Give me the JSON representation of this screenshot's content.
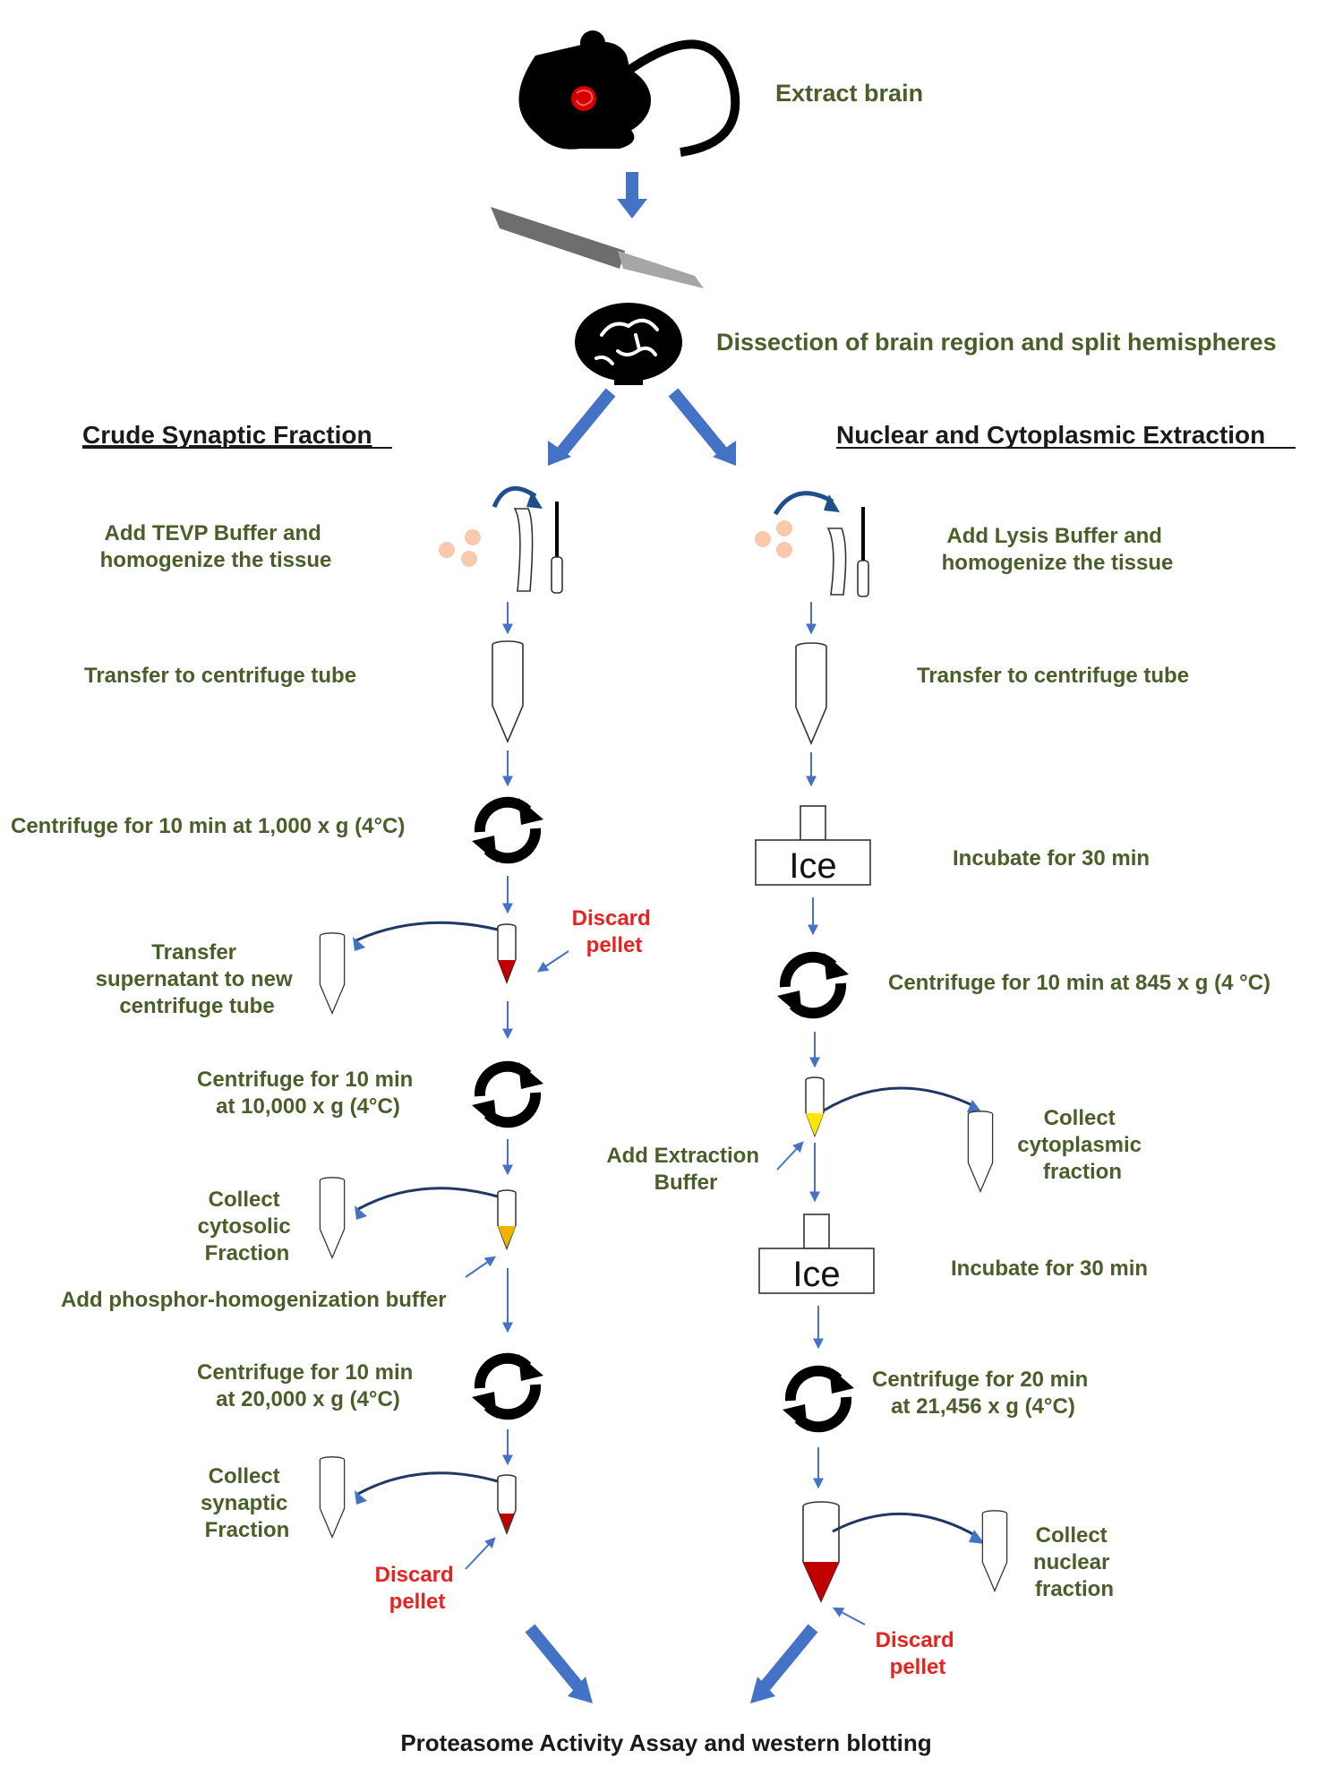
{
  "top": {
    "extract": "Extract brain",
    "dissection": "Dissection of brain region and split hemispheres"
  },
  "left": {
    "header": "Crude Synaptic Fraction",
    "add_buffer": [
      "Add TEVP Buffer and",
      "homogenize the tissue"
    ],
    "transfer": "Transfer to centrifuge tube",
    "centrifuge1": "Centrifuge for 10 min at 1,000 x g  (4°C)",
    "discard1": [
      "Discard",
      "pellet"
    ],
    "transfer_super": [
      "Transfer",
      "supernatant  to new",
      "centrifuge tube"
    ],
    "centrifuge2": [
      "Centrifuge for 10 min",
      "at 10,000 x g (4°C)"
    ],
    "collect_cytosolic": [
      "Collect",
      "cytosolic",
      "Fraction"
    ],
    "add_phosphor": "Add phosphor-homogenization buffer",
    "centrifuge3": [
      "Centrifuge for 10 min",
      "at 20,000 x g (4°C)"
    ],
    "collect_synaptic": [
      "Collect",
      "synaptic",
      "Fraction"
    ],
    "discard2": [
      "Discard",
      "pellet"
    ]
  },
  "right": {
    "header": "Nuclear and Cytoplasmic Extraction",
    "add_buffer": [
      "Add Lysis Buffer and",
      "homogenize the tissue"
    ],
    "transfer": "Transfer to centrifuge tube",
    "ice1": "Ice",
    "incubate1": "Incubate for 30  min",
    "centrifuge1": "Centrifuge for 10 min at 845 x g (4 °C)",
    "collect_cyto": [
      "Collect",
      "cytoplasmic",
      "fraction"
    ],
    "add_extraction": [
      "Add Extraction",
      "Buffer"
    ],
    "ice2": "Ice",
    "incubate2": "Incubate for 30  min",
    "centrifuge2": [
      "Centrifuge for 20 min",
      "at 21,456 x g (4°C)"
    ],
    "collect_nuclear": [
      "Collect",
      "nuclear",
      "fraction"
    ],
    "discard": [
      "Discard",
      "pellet"
    ]
  },
  "final": "Proteasome Activity Assay and western blotting",
  "colors": {
    "label_green": "#4a5e2a",
    "discard_red": "#e8221f",
    "arrow_blue": "#4472c4",
    "pellet_red": "#c00000",
    "yellow": "#ffe600",
    "orange": "#f0b400"
  }
}
